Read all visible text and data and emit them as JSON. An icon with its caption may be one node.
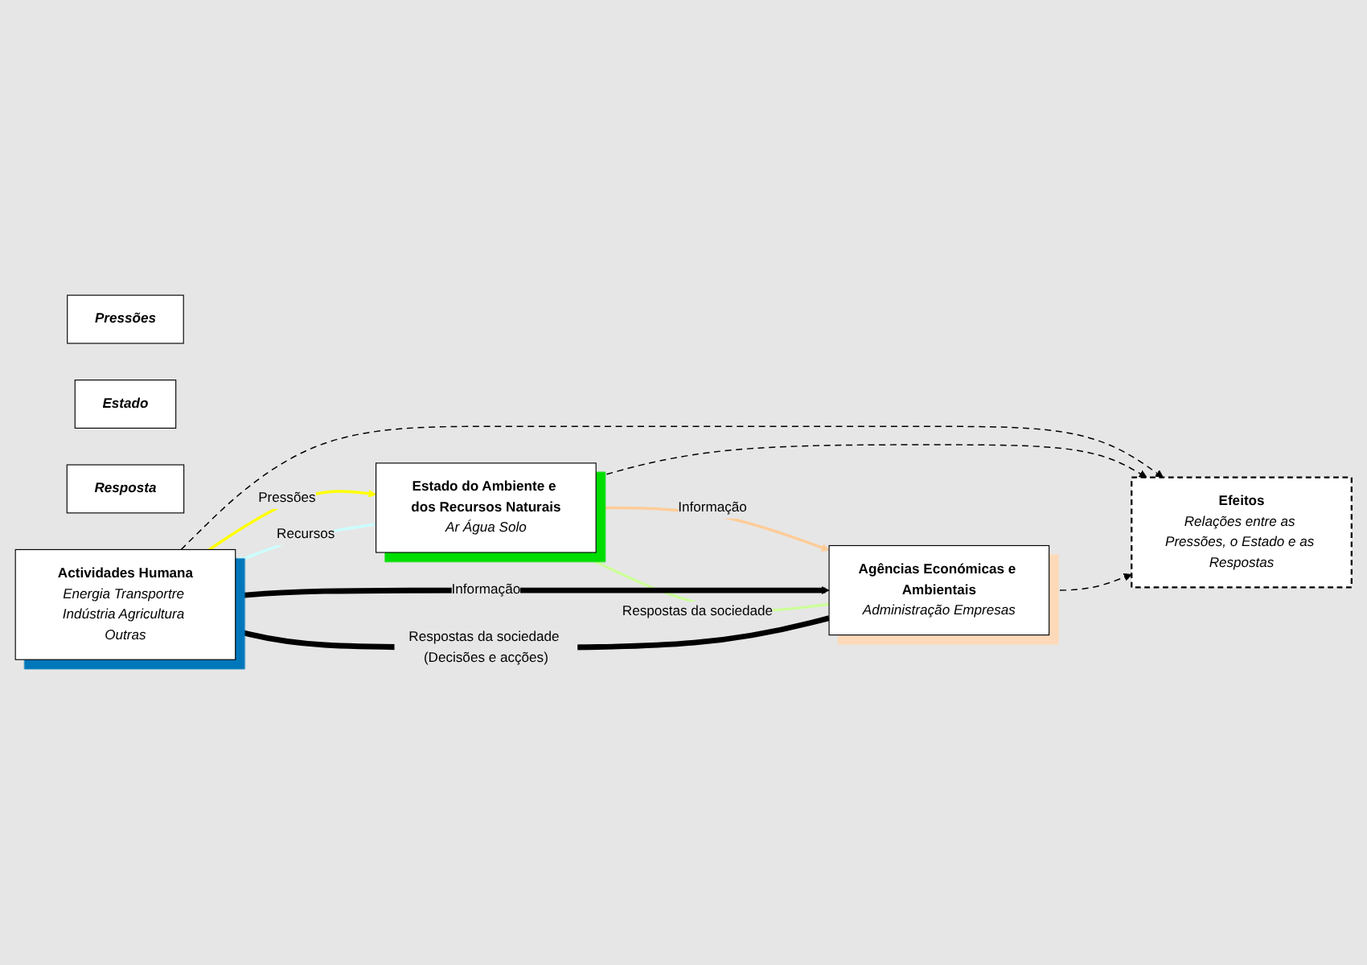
{
  "diagram": {
    "nodes": [
      {
        "text": [
          "Pressões"
        ]
      },
      {
        "text": [
          "Estado"
        ]
      },
      {
        "text": [
          "Resposta"
        ]
      },
      {
        "text": [
          "Actividades Humana",
          "Energia Transportre Indústria Agricultura Outras"
        ]
      },
      {
        "text": [
          "Estado do Ambiente e dos Recursos Naturais",
          "Ar Água Solo"
        ]
      },
      {
        "text": [
          "Agências Económicas e Ambientais",
          "Administração Empresas"
        ]
      },
      {
        "text": [
          "Efeitos",
          "Relações entre as Pressões, o Estado e as Respostas"
        ]
      }
    ],
    "edges": [
      {
        "from": 3,
        "to": 4,
        "arrow": "to",
        "label": "Pressões",
        "color": "#ffff00"
      },
      {
        "from": 4,
        "to": 5,
        "arrow": "to",
        "label": "Informação",
        "color": "#ffcc99"
      },
      {
        "from": 4,
        "to": 3,
        "arrow": "to",
        "label": "Recursos",
        "color": "#ccffff"
      },
      {
        "from": 5,
        "to": 4,
        "arrow": "to",
        "label": "Respostas da sociedade",
        "color": "#ccff99"
      },
      {
        "from": 3,
        "to": 5,
        "arrow": "to",
        "label": "Informação",
        "style": "thick"
      },
      {
        "from": 5,
        "to": 3,
        "arrow": "to",
        "label": "Respostas da sociedade (Decisões e acções)",
        "style": "thick"
      },
      {
        "from": 3,
        "to": 6,
        "arrow": "to",
        "style": "dashed"
      },
      {
        "from": 4,
        "to": 6,
        "arrow": "to",
        "style": "dashed"
      },
      {
        "from": 5,
        "to": 6,
        "arrow": "to",
        "style": "dashed"
      }
    ]
  }
}
